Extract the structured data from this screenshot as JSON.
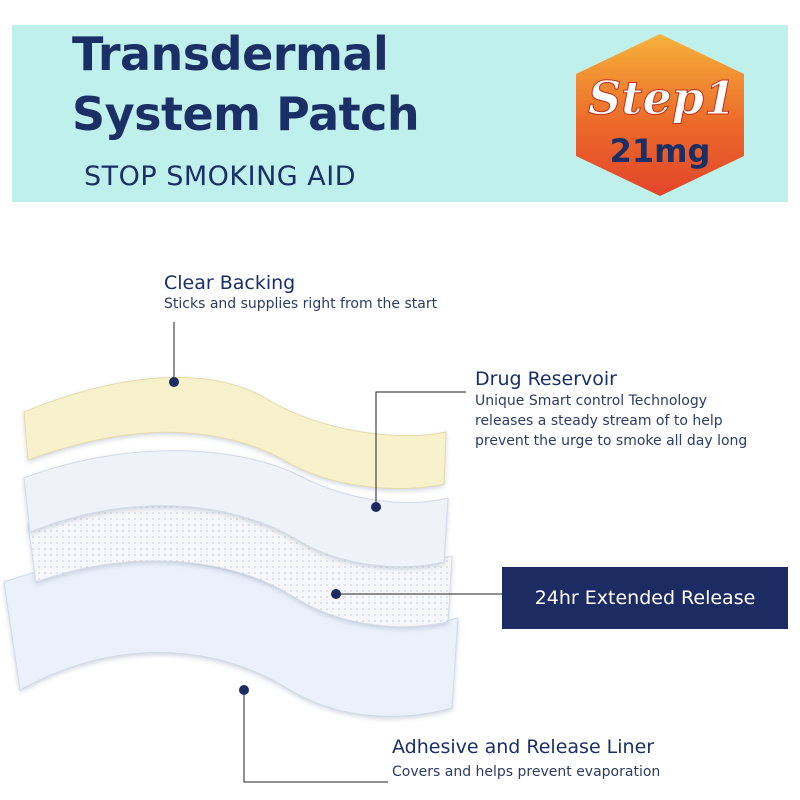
{
  "header": {
    "title_line1": "Transdermal",
    "title_line2": "System Patch",
    "subtitle": "STOP SMOKING AID",
    "band_color": "#bff0ec",
    "text_color": "#1a2f66"
  },
  "badge": {
    "step_text": "Step1",
    "dose_text": "21mg",
    "colors": {
      "outer": "#f5a623",
      "inner": "#e8542a"
    }
  },
  "layers": [
    {
      "title": "Clear Backing",
      "description": [
        "Sticks and supplies right from the start"
      ]
    },
    {
      "title": "Drug Reservoir",
      "description": [
        "Unique Smart control Technology",
        "releases a steady stream of to help",
        "prevent the urge to smoke all day long"
      ]
    },
    {
      "title": "24hr Extended Release",
      "description": []
    },
    {
      "title": "Adhesive and Release Liner",
      "description": [
        "Covers and helps prevent evaporation"
      ]
    }
  ],
  "colors": {
    "backing": "#f8f2cc",
    "reservoir": "#eef3fa",
    "release": "#f4f6fa",
    "liner": "#eaf1fb",
    "navy": "#1d2b63"
  }
}
